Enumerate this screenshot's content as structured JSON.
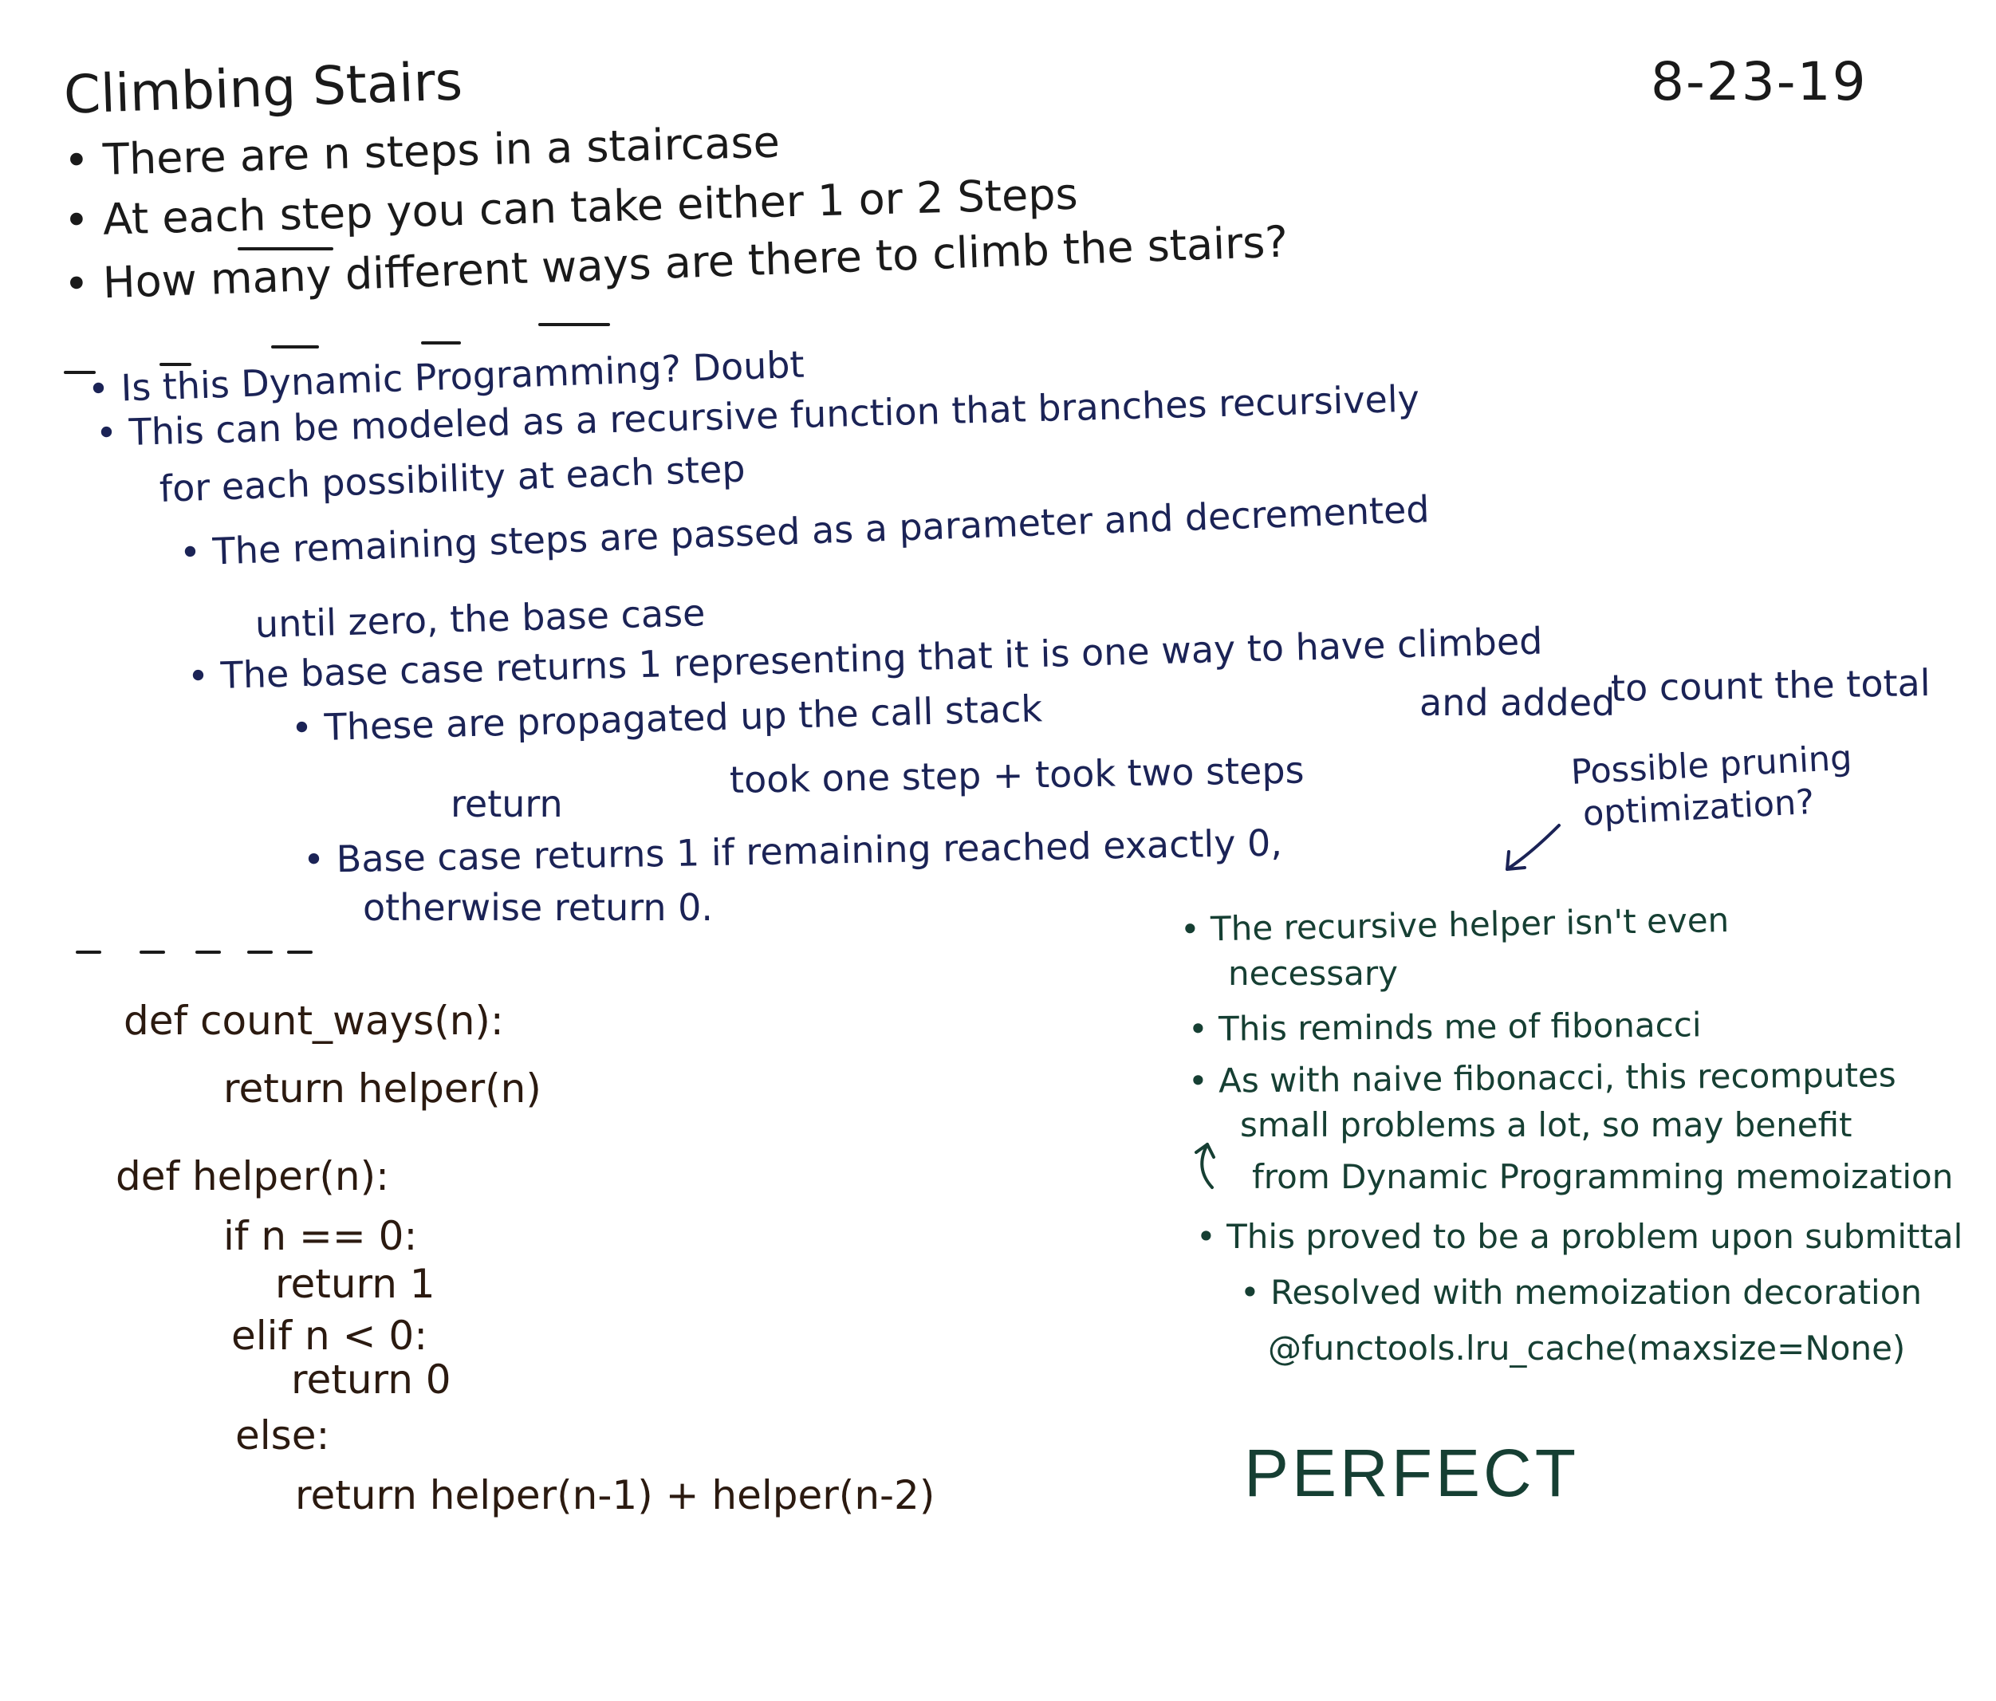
{
  "header": {
    "title": "Climbing Stairs",
    "date": "8-23-19"
  },
  "problem": [
    "• There are n steps in a staircase",
    "• At each step you can take either 1 or 2 Steps",
    "• How many different ways are there to climb the stairs?"
  ],
  "analysis": {
    "q1": "• Is this Dynamic Programming? Doubt",
    "q2_line1": "• This can be modeled as a recursive function that branches recursively",
    "q2_line2": "for each possibility at each step",
    "sub1_line1": "• The remaining steps are passed as a parameter and decremented",
    "sub1_line2": "until zero, the base case",
    "sub2": "• The base case returns 1 representing that it is one way to have climbed",
    "sub2_tail": "to count the total",
    "sub2_mid": "and added",
    "sub3": "• These are propagated up the call stack",
    "return_label": "return",
    "return_expr": "took one step + took two steps",
    "base_line1": "• Base case returns 1 if remaining reached exactly 0,",
    "base_line2": "otherwise return 0.",
    "pruning_line1": "Possible pruning",
    "pruning_line2": "optimization?"
  },
  "code": [
    "def count_ways(n):",
    "return helper(n)",
    "def helper(n):",
    "if n == 0:",
    "return 1",
    "elif n < 0:",
    "return 0",
    "else:",
    "return helper(n-1) + helper(n-2)"
  ],
  "notes": [
    "• The recursive helper isn't even",
    "necessary",
    "• This reminds me of fibonacci",
    "• As with naive fibonacci, this recomputes",
    "small problems a lot, so may benefit",
    "from Dynamic Programming memoization",
    "• This proved to be a problem upon submittal",
    "• Resolved with memoization decoration",
    "@functools.lru_cache(maxsize=None)"
  ],
  "verdict": "PERFECT",
  "colors": {
    "black_ink": "#1a1a1a",
    "navy_ink": "#1b2356",
    "brown_ink": "#2b1a10",
    "green_ink": "#163f33"
  }
}
